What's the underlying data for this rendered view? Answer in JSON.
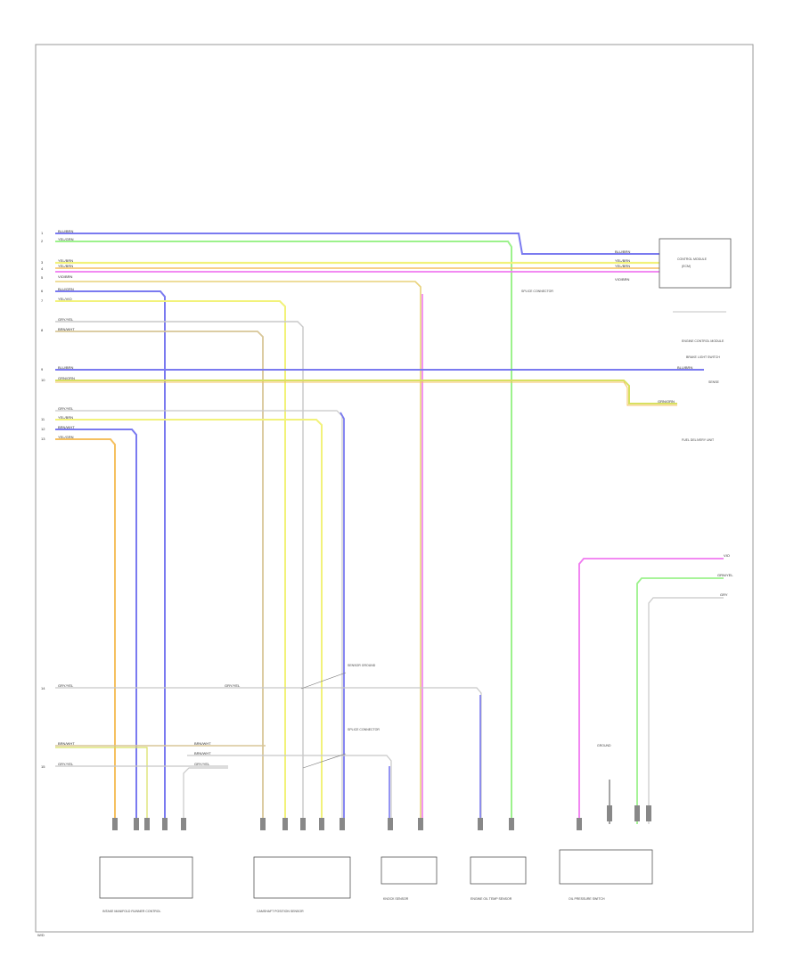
{
  "footer_code": "W/D",
  "colors": {
    "blue": "#7a7af0",
    "green": "#9cf28c",
    "yellow": "#f2f27a",
    "pink": "#f07af0",
    "tan": "#d8c698",
    "gray": "#b8b8b8",
    "orange": "#f5c060",
    "black": "#222222"
  },
  "wire_labels": {
    "w1": "BLU/BRN",
    "w2": "YEL/GRN",
    "w3": "YEL/BRN",
    "w4": "YEL/BRN",
    "w5": "VIO/BRN",
    "w6": "BLU/GRN",
    "w7": "YEL/VIO",
    "w8": "GRY/YEL",
    "w9": "BRN/WHT",
    "w10": "BLU/BRN",
    "w11": "GRN/ORN",
    "w12": "GRY/YEL",
    "w13": "YEL/BRN",
    "w14": "BRN/WHT",
    "w15": "YEL/GRN",
    "r1": "BLU/BRN",
    "r2": "YEL/BRN",
    "r3": "YEL/BRN",
    "r4": "VIO/BRN",
    "r5": "BLU/BRN",
    "r6": "GRN/ORN",
    "b1": "GRY/YEL",
    "b1b": "GRY/YEL",
    "b2": "BRN/WHT",
    "b2b": "BRN/WHT",
    "b3": "BRN/WHT",
    "b4": "GRY/YEL",
    "b4b": "GRY/YEL",
    "p1": "VIO",
    "p2": "GRN/YEL",
    "p3": "GRY"
  },
  "pin_labels": {
    "p1": "1",
    "p2": "2",
    "p3": "3",
    "p4": "4",
    "p5": "5",
    "p6": "6",
    "p7": "7",
    "p8": "8",
    "p9": "9",
    "p10": "10",
    "p11": "11",
    "p12": "12",
    "p13": "13",
    "p14": "14",
    "p15": "15"
  },
  "components": {
    "top_right_box": "CONTROL MODULE",
    "top_right_note": "ENGINE CONTROL MODULE",
    "top_right_small": "(ECM)",
    "splice_1": "SPLICE CONNECTOR",
    "relay_right": "BRAKE LIGHT SWITCH",
    "relay_right_2": "SENSE",
    "mid_right_note": "FUEL DELIVERY UNIT",
    "splice_2": "SENSOR GROUND",
    "splice_3": "SPLICE CONNECTOR",
    "c1": "INTAKE MANIFOLD RUNNER CONTROL",
    "c2": "CAMSHAFT POSITION SENSOR",
    "c3": "KNOCK SENSOR",
    "c4": "ENGINE OIL TEMP SENSOR",
    "c5": "OIL PRESSURE SWITCH",
    "ground": "GROUND"
  }
}
